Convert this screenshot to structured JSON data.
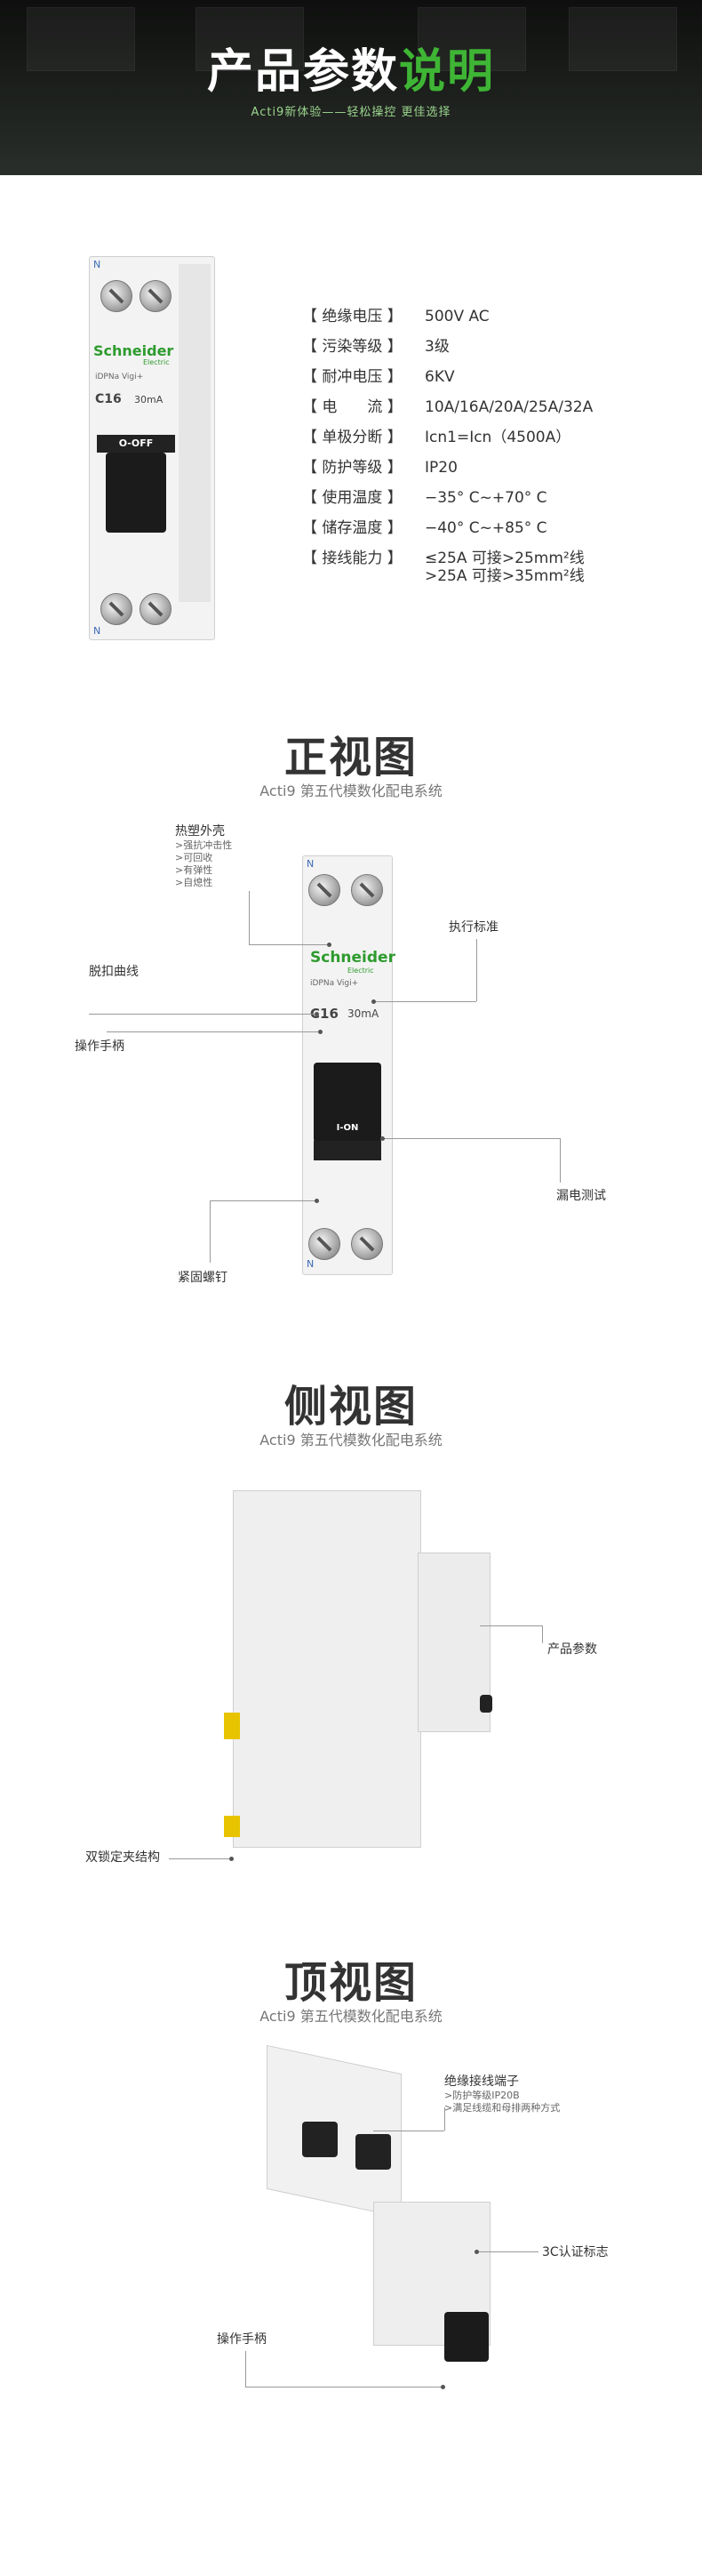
{
  "header": {
    "title_part1": "产品参数",
    "title_part2": "说明",
    "subtitle": "Acti9新体验——轻松操控 更佳选择"
  },
  "product_labels": {
    "brand": "Schneider",
    "brand_sub": "Electric",
    "model": "iDPNa Vigi+",
    "rating": "C16",
    "current": "30mA",
    "off_label": "O-OFF",
    "on_label": "I-ON",
    "terminal": "N"
  },
  "params": [
    {
      "key": "【 绝缘电压 】",
      "value": "500V AC"
    },
    {
      "key": "【 污染等级 】",
      "value": "3级"
    },
    {
      "key": "【 耐冲电压 】",
      "value": "6KV"
    },
    {
      "key": "【 电　　流 】",
      "value": "10A/16A/20A/25A/32A"
    },
    {
      "key": "【 单极分断 】",
      "value": "Icn1=Icn（4500A）"
    },
    {
      "key": "【 防护等级 】",
      "value": "IP20"
    },
    {
      "key": "【 使用温度 】",
      "value": "−35°  C~+70°  C"
    },
    {
      "key": "【 储存温度 】",
      "value": "−40°  C~+85°  C"
    },
    {
      "key": "【 接线能力 】",
      "value": "≤25A  可接>25mm²线\n>25A  可接>35mm²线"
    }
  ],
  "sections": {
    "front": {
      "title": "正视图",
      "subtitle": "Acti9 第五代模数化配电系统"
    },
    "side": {
      "title": "侧视图",
      "subtitle": "Acti9 第五代模数化配电系统"
    },
    "top": {
      "title": "顶视图",
      "subtitle": "Acti9 第五代模数化配电系统"
    }
  },
  "front_callouts": {
    "shell_title": "热塑外壳",
    "shell_points": [
      ">强抗冲击性",
      ">可回收",
      ">有弹性",
      ">自熄性"
    ],
    "standard": "执行标准",
    "curve": "脱扣曲线",
    "handle": "操作手柄",
    "leak_test": "漏电测试",
    "screw": "紧固螺钉"
  },
  "side_callouts": {
    "params": "产品参数",
    "lock": "双锁定夹结构"
  },
  "top_callouts": {
    "terminal_title": "绝缘接线端子",
    "terminal_points": [
      ">防护等级IP20B",
      ">满足线缆和母排两种方式"
    ],
    "cert": "3C认证标志",
    "handle": "操作手柄"
  }
}
